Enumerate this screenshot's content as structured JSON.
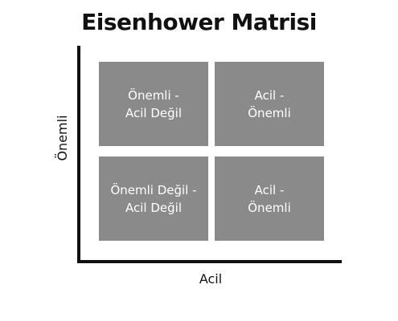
{
  "title": "Eisenhower Matrisi",
  "axes": {
    "x_label": "Acil",
    "y_label": "Önemli"
  },
  "quadrants": {
    "top_left": "Önemli -\nAcil Değil",
    "top_right": "Acil -\nÖnemli",
    "bottom_left": "Önemli Değil -\nAcil Değil",
    "bottom_right": "Acil -\nÖnemli"
  },
  "colors": {
    "cell_fill": "#8a8a8a",
    "cell_text": "#ffffff",
    "axis": "#111111"
  }
}
